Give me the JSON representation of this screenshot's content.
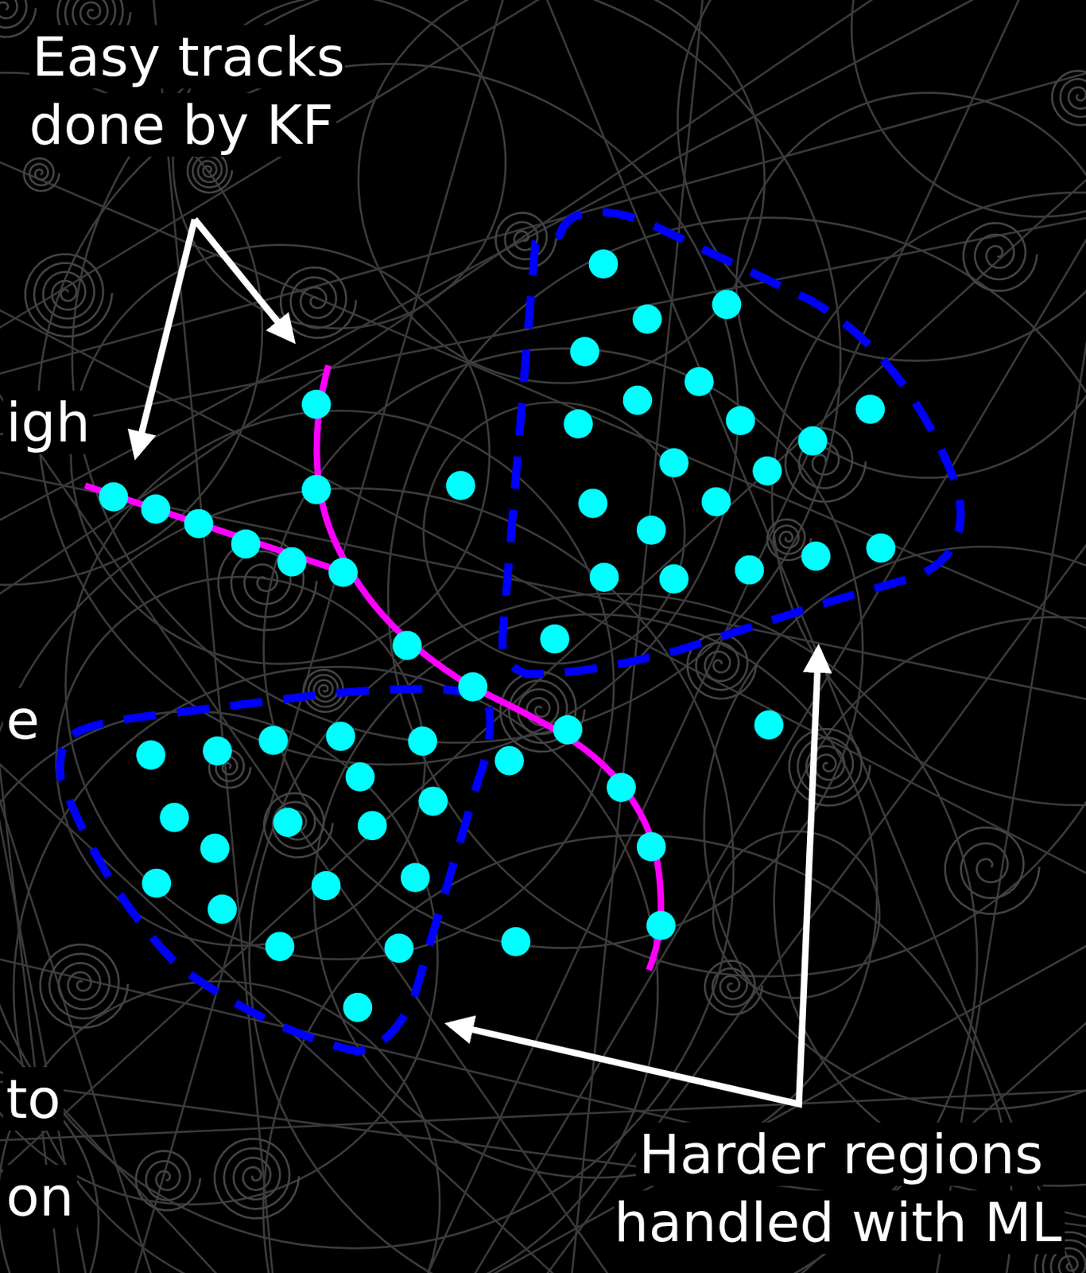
{
  "diagram": {
    "labels": [
      "Easy tracks done by KF",
      "igh",
      "e",
      "to",
      "on",
      "Harder regions handled with ML"
    ]
  }
}
